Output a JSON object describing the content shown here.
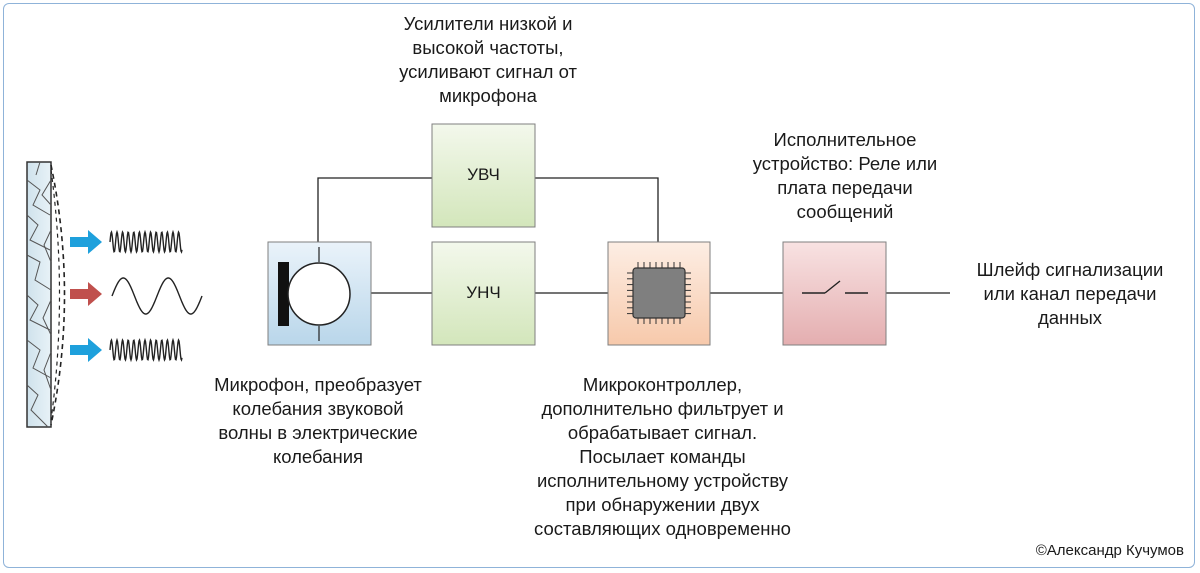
{
  "blocks": {
    "uvch": "УВЧ",
    "unch": "УНЧ"
  },
  "captions": {
    "amplifiers": [
      "Усилители низкой и",
      "высокой частоты,",
      "усиливают сигнал от",
      "микрофона"
    ],
    "actuator": [
      "Исполнительное",
      "устройство: Реле или",
      "плата передачи",
      "сообщений"
    ],
    "output": [
      "Шлейф сигнализации",
      "или канал передачи",
      "данных"
    ],
    "microphone": [
      "Микрофон, преобразует",
      "колебания звуковой",
      "волны в электрические",
      "колебания"
    ],
    "microcontroller": [
      "Микроконтроллер,",
      "дополнительно фильтрует и",
      "обрабатывает сигнал.",
      "Посылает команды",
      "исполнительному устройству",
      "при обнаружении двух",
      "составляющих одновременно"
    ]
  },
  "credit": "©Александр Кучумов",
  "colors": {
    "frame": "#8fb3d9",
    "microphone_block": "#cfe3f1",
    "amplifier_block": "#e3efd3",
    "controller_block": "#fbdcc8",
    "relay_block": "#f0c8c9",
    "arrow_blue": "#1ea0dc",
    "arrow_red": "#c0504d",
    "chip": "#7f7f7f"
  }
}
